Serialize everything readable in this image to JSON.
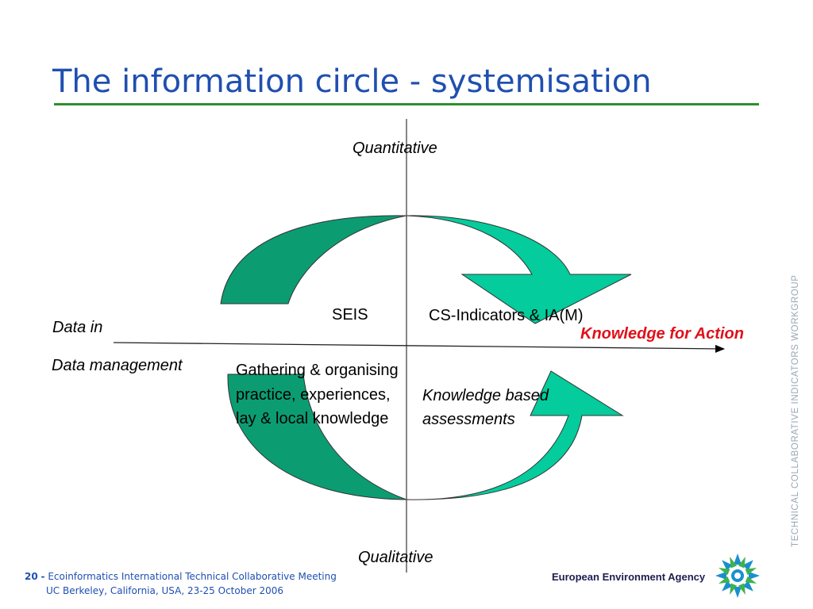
{
  "slide": {
    "title": "The information circle - systemisation"
  },
  "diagram": {
    "top_label": "Quantitative",
    "bottom_label": "Qualitative",
    "left_labels": [
      "Data in",
      "Data management"
    ],
    "arrow_target": "Knowledge for Action",
    "quadrants": {
      "upper_left": "SEIS",
      "upper_right": "CS-Indicators & IA(M)",
      "lower_left": "Gathering & organising practice, experiences, lay & local knowledge",
      "lower_right": "Knowledge based assessments"
    },
    "colors": {
      "dark_arrow": "#0c9c72",
      "light_arrow": "#04cc9c",
      "accent_red": "#e0101a",
      "title_blue": "#1f4fb0"
    }
  },
  "side_text": "TECHNICAL COLLABORATIVE INDICATORS WORKGROUP",
  "footer": {
    "page_number": "20",
    "separator": "-",
    "line1": "Ecoinformatics International Technical Collaborative Meeting",
    "line2": "UC Berkeley, California, USA, 23-25 October 2006"
  },
  "brand": {
    "name": "European Environment Agency",
    "logo_icon": "eea-sun-logo-icon"
  }
}
